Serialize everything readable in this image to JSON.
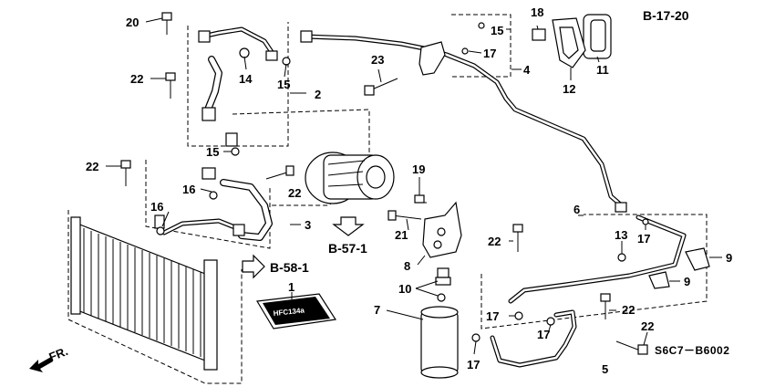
{
  "diagram": {
    "part_labels": {
      "p1": "1",
      "p2": "2",
      "p3": "3",
      "p4": "4",
      "p5": "5",
      "p6": "6",
      "p7": "7",
      "p8": "8",
      "p9a": "9",
      "p9b": "9",
      "p10": "10",
      "p11": "11",
      "p12": "12",
      "p13": "13",
      "p14": "14",
      "p15a": "15",
      "p15b": "15",
      "p15c": "15",
      "p16a": "16",
      "p16b": "16",
      "p17a": "17",
      "p17b": "17",
      "p17c": "17",
      "p17d": "17",
      "p17e": "17",
      "p18": "18",
      "p19": "19",
      "p20": "20",
      "p21": "21",
      "p22a": "22",
      "p22b": "22",
      "p22c": "22",
      "p22d": "22",
      "p22e": "22",
      "p22f": "22",
      "p23": "23"
    },
    "references": {
      "ref_b1720": "B-17-20",
      "ref_b571": "B-57-1",
      "ref_b581": "B-58-1"
    },
    "direction_label": "FR.",
    "diagram_code": "S6C7－B6002",
    "receiver_tag": "HFC134a"
  }
}
